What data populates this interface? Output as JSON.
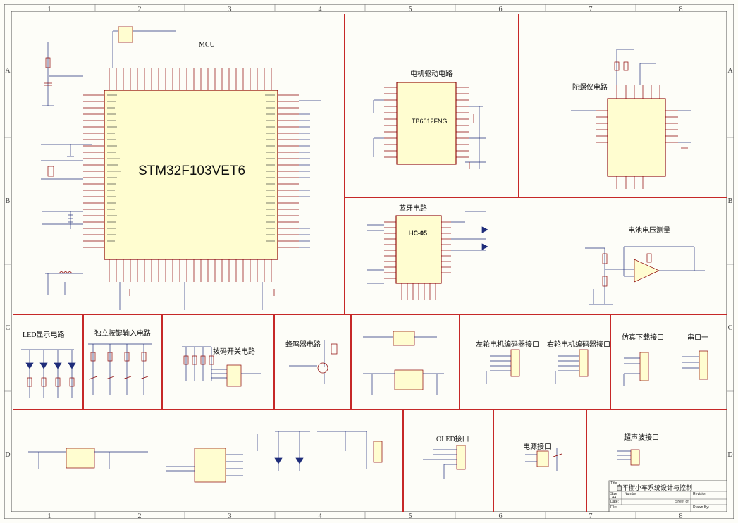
{
  "zones_top": [
    "1",
    "2",
    "3",
    "4",
    "5",
    "6",
    "7",
    "8"
  ],
  "zones_side": [
    "A",
    "B",
    "C",
    "D"
  ],
  "sections": {
    "mcu": "MCU",
    "motor": "电机驱动电路",
    "gyro": "陀螺仪电路",
    "bt": "蓝牙电路",
    "battery": "电池电压测量",
    "led": "LED显示电路",
    "keys": "独立按键输入电路",
    "dip": "拨码开关电路",
    "buzzer": "蜂鸣器电路",
    "left_enc": "左轮电机编码器接口",
    "right_enc": "右轮电机编码器接口",
    "swd": "仿真下载接口",
    "uart": "串口一",
    "oled": "OLED接口",
    "power": "电源接口",
    "ultra": "超声波接口"
  },
  "chips": {
    "mcu": "STM32F103VET6",
    "motor_driver": "TB6612FNG",
    "bt_module": "HC-05"
  },
  "title_block": {
    "title": "自平衡小车系统设计与控制",
    "title_label": "Title",
    "size_label": "Size",
    "size": "A4",
    "number_label": "Number",
    "revision_label": "Revision",
    "date_label": "Date:",
    "sheet_label": "Sheet of",
    "file_label": "File:",
    "drawn_label": "Drawn By:"
  },
  "colors": {
    "divider": "#c62828",
    "wire": "#1f2d7a",
    "part": "#8b0000",
    "chip_fill": "#fffdd0",
    "border": "#555555"
  }
}
